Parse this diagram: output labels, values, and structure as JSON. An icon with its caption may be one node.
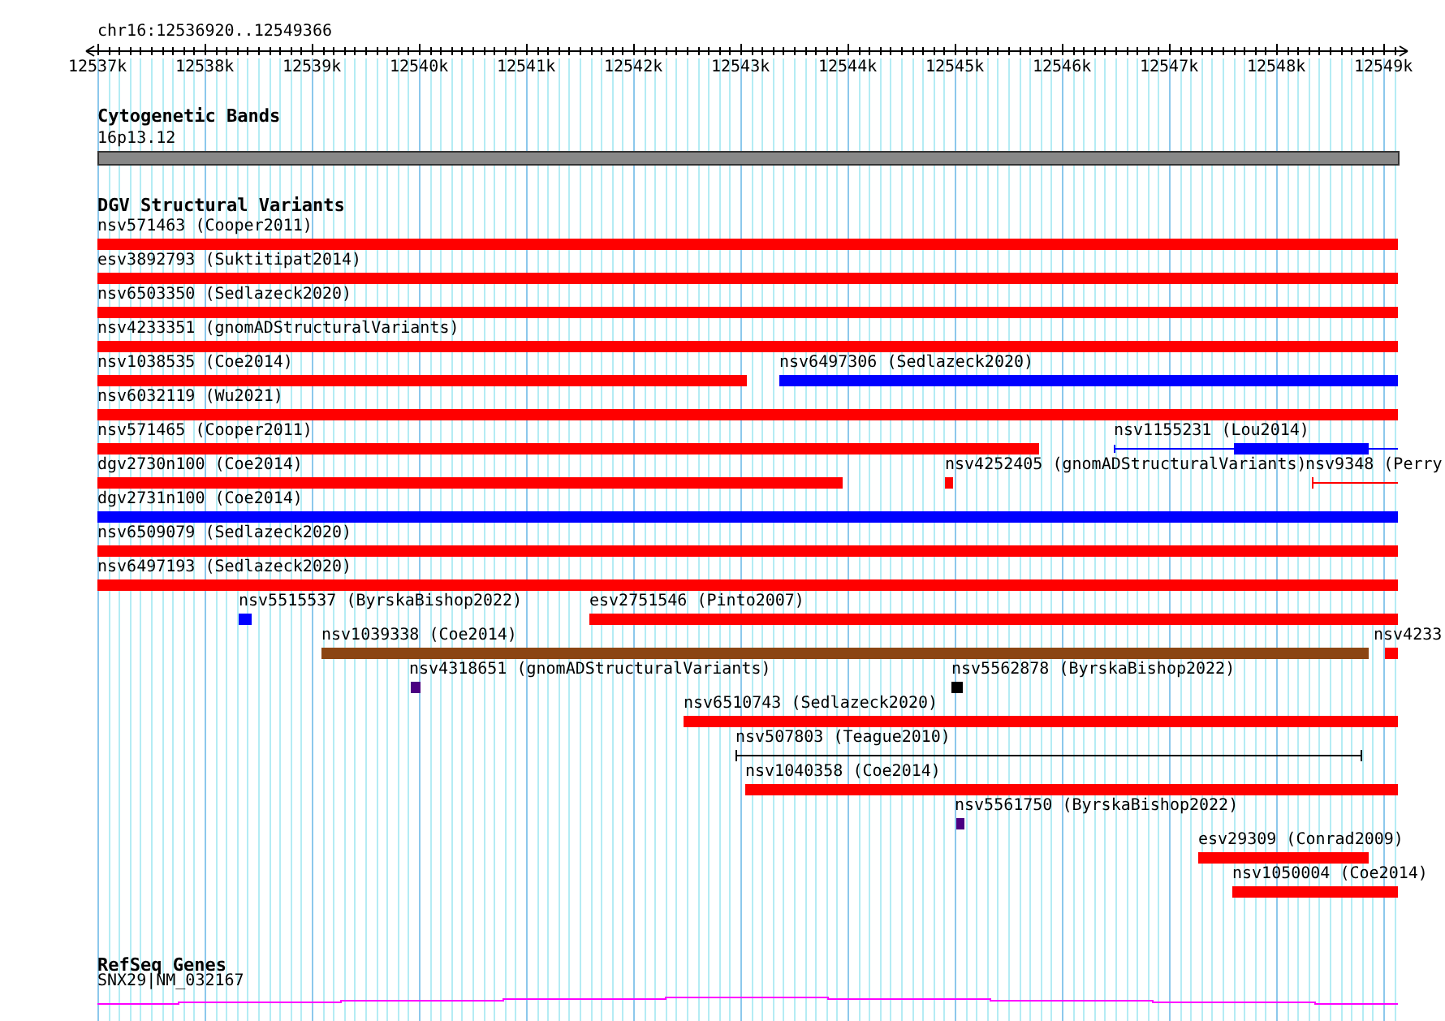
{
  "diagram": {
    "title": "chr16:12536920..12549366",
    "nodes": [
      {
        "text": [
          "16p13.12"
        ]
      },
      {
        "text": [
          "nsv571463 (Cooper2011)"
        ]
      },
      {
        "text": [
          "esv3892793 (Suktitipat2014)"
        ]
      },
      {
        "text": [
          "nsv6503350 (Sedlazeck2020)"
        ]
      },
      {
        "text": [
          "nsv4233351 (gnomADStructuralVariants)"
        ]
      },
      {
        "text": [
          "nsv1038535 (Coe2014)"
        ]
      },
      {
        "text": [
          "nsv6497306 (Sedlazeck2020)"
        ]
      },
      {
        "text": [
          "nsv6032119 (Wu2021)"
        ]
      },
      {
        "text": [
          "nsv571465 (Cooper2011)"
        ]
      },
      {
        "text": [
          "nsv1155231 (Lou2014)"
        ]
      },
      {
        "text": [
          "dgv2730n100 (Coe2014)"
        ]
      },
      {
        "text": [
          "nsv4252405 (gnomADStructuralVariants)"
        ]
      },
      {
        "text": [
          "nsv9348 (Perry"
        ]
      },
      {
        "text": [
          "dgv2731n100 (Coe2014)"
        ]
      },
      {
        "text": [
          "nsv6509079 (Sedlazeck2020)"
        ]
      },
      {
        "text": [
          "nsv6497193 (Sedlazeck2020)"
        ]
      },
      {
        "text": [
          "nsv5515537 (ByrskaBishop2022)"
        ]
      },
      {
        "text": [
          "esv2751546 (Pinto2007)"
        ]
      },
      {
        "text": [
          "nsv1039338 (Coe2014)"
        ]
      },
      {
        "text": [
          "nsv4233"
        ]
      },
      {
        "text": [
          "nsv4318651 (gnomADStructuralVariants)"
        ]
      },
      {
        "text": [
          "nsv5562878 (ByrskaBishop2022)"
        ]
      },
      {
        "text": [
          "nsv6510743 (Sedlazeck2020)"
        ]
      },
      {
        "text": [
          "nsv507803 (Teague2010)"
        ]
      },
      {
        "text": [
          "nsv1040358 (Coe2014)"
        ]
      },
      {
        "text": [
          "nsv5561750 (ByrskaBishop2022)"
        ]
      },
      {
        "text": [
          "esv29309 (Conrad2009)"
        ]
      },
      {
        "text": [
          "nsv1050004 (Coe2014)"
        ]
      },
      {
        "text": [
          "SNX29|NM_032167"
        ]
      }
    ],
    "labels": [
      "12537k",
      "12538k",
      "12539k",
      "12540k",
      "12541k",
      "12542k",
      "12543k",
      "12544k",
      "12545k",
      "12546k",
      "12547k",
      "12548k",
      "12549k",
      "Cytogenetic Bands",
      "DGV Structural Variants",
      "RefSeq Genes"
    ]
  }
}
